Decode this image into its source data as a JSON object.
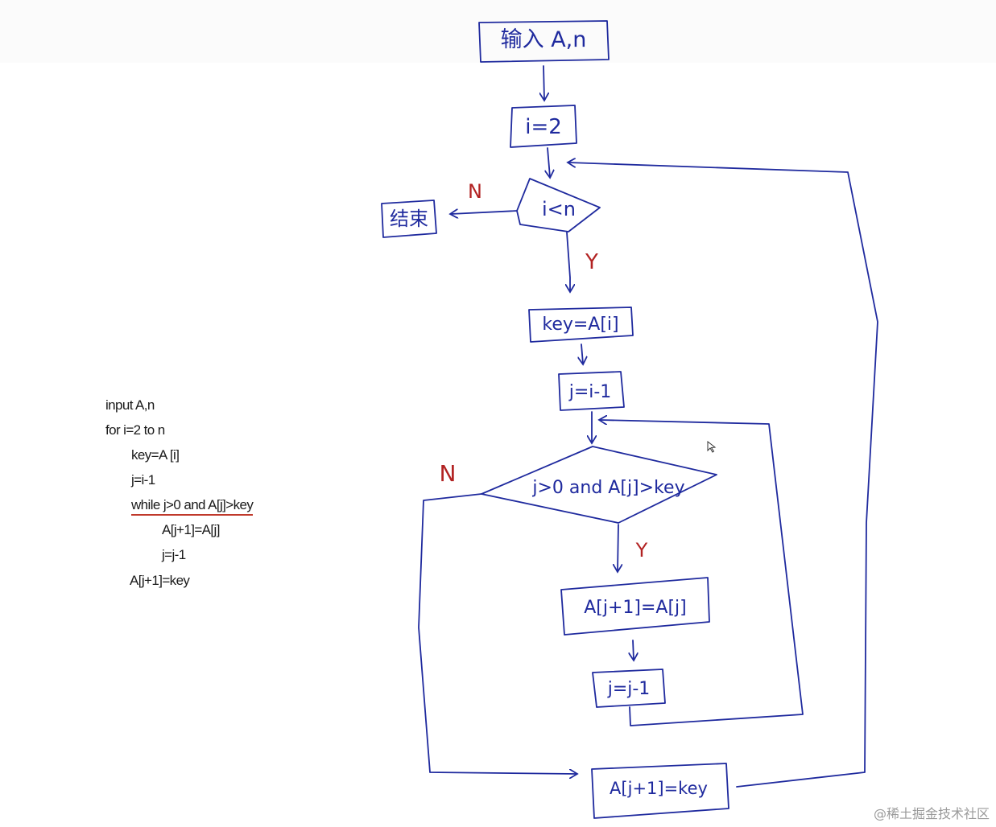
{
  "pseudocode": [
    {
      "text": "input A,n",
      "indent": 0
    },
    {
      "text": "for i=2 to n",
      "indent": 0
    },
    {
      "text": "key=A [i]",
      "indent": 1
    },
    {
      "text": "j=i-1",
      "indent": 1
    },
    {
      "text": "while j>0 and A[j]>key",
      "indent": 1
    },
    {
      "text": "A[j+1]=A[j]",
      "indent": 2
    },
    {
      "text": "j=j-1",
      "indent": 2
    },
    {
      "text": "A[j+1]=key",
      "indent": 1
    }
  ],
  "flowchart": {
    "input": "输入 A,n",
    "init": "i=2",
    "cond_outer": "i<n",
    "end": "结束",
    "set_key": "key=A[i]",
    "set_j": "j=i-1",
    "cond_inner": "j>0 and A[j]>key",
    "shift": "A[j+1]=A[j]",
    "decrement": "j=j-1",
    "insert": "A[j+1]=key",
    "label_no_outer": "N",
    "label_yes_outer": "Y",
    "label_no_inner": "N",
    "label_yes_inner": "Y"
  },
  "watermark": "@稀土掘金技术社区",
  "colors": {
    "ink": "#1f2a9e",
    "red": "#b22222",
    "code": "#1a1a1a"
  }
}
